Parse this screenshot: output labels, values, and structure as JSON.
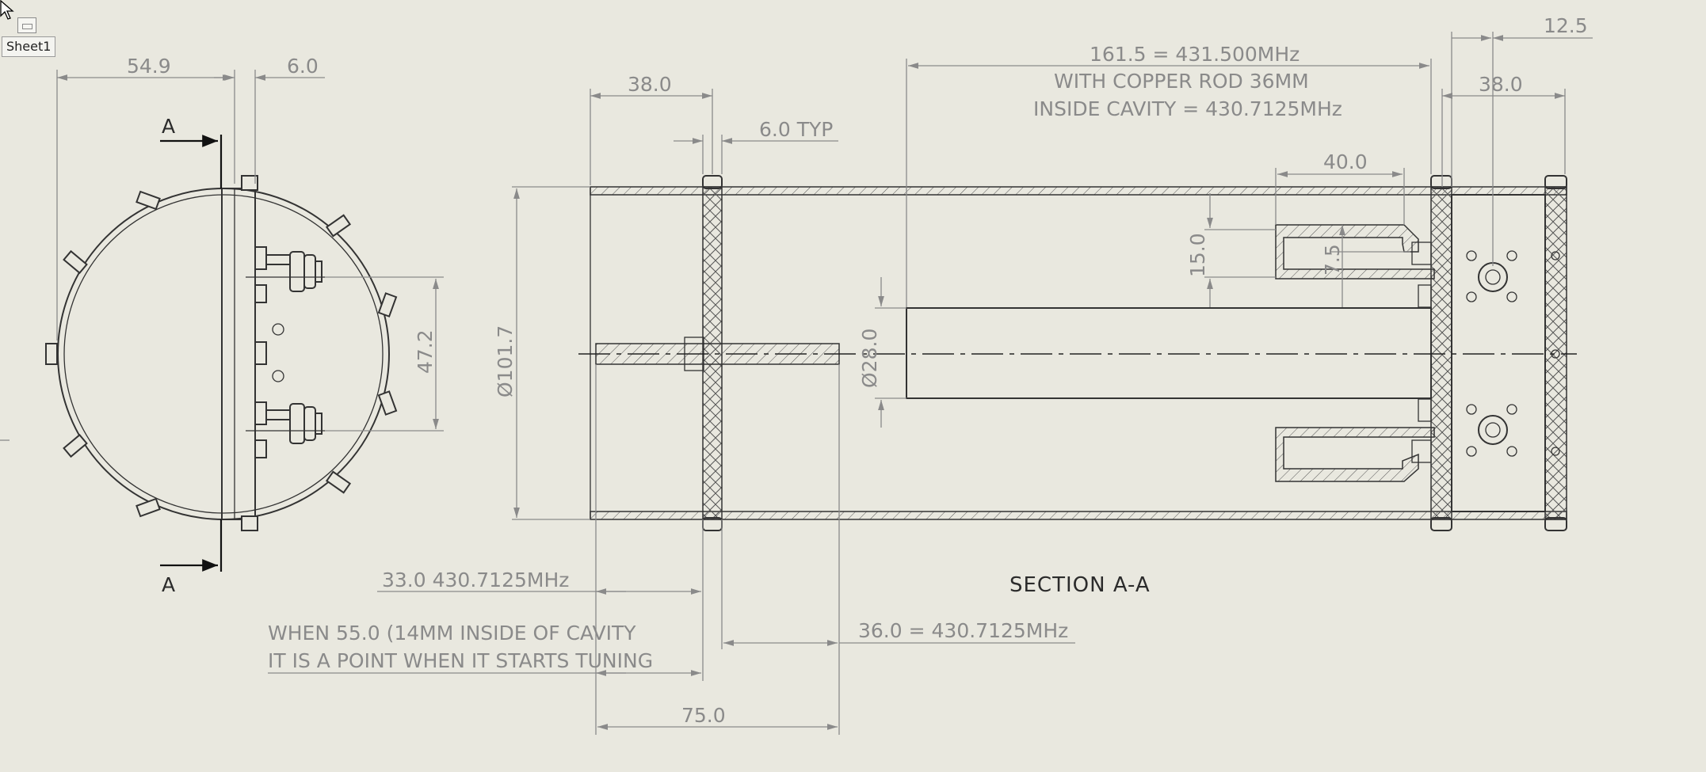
{
  "sheet_tab": {
    "label": "Sheet1"
  },
  "view_labels": {
    "section_top": "A",
    "section_bottom": "A",
    "section_title": "SECTION A-A"
  },
  "dimensions": {
    "end_width": "54.9",
    "end_flange": "6.0",
    "end_port_spacing": "47.2",
    "left_cap": "38.0",
    "plate_typ": "6.0 TYP",
    "rod_length_freq": "161.5 = 431.500MHz",
    "copper_rod_note": "WITH COPPER ROD 36MM",
    "inside_cavity_freq": "INSIDE CAVITY = 430.7125MHz",
    "right_offset": "12.5",
    "right_cap": "38.0",
    "loop_width": "40.0",
    "loop_height": "15.0",
    "loop_gap": "7.5",
    "rod_diameter": "28.0",
    "cavity_diameter": "101.7",
    "tuning_33": "33.0 430.7125MHz",
    "tuning_note_line1": "WHEN 55.0 (14MM INSIDE OF CAVITY",
    "tuning_note_line2": "IT IS A POINT WHEN IT STARTS TUNING",
    "tuning_36": "36.0 = 430.7125MHz",
    "tuning_75": "75.0"
  },
  "icons": {
    "cursor": "arrow-pointer-icon",
    "sheet": "sheet-icon"
  },
  "colors": {
    "background": "#e9e8df",
    "geometry": "#333333",
    "dimension": "#8a8a8a"
  }
}
